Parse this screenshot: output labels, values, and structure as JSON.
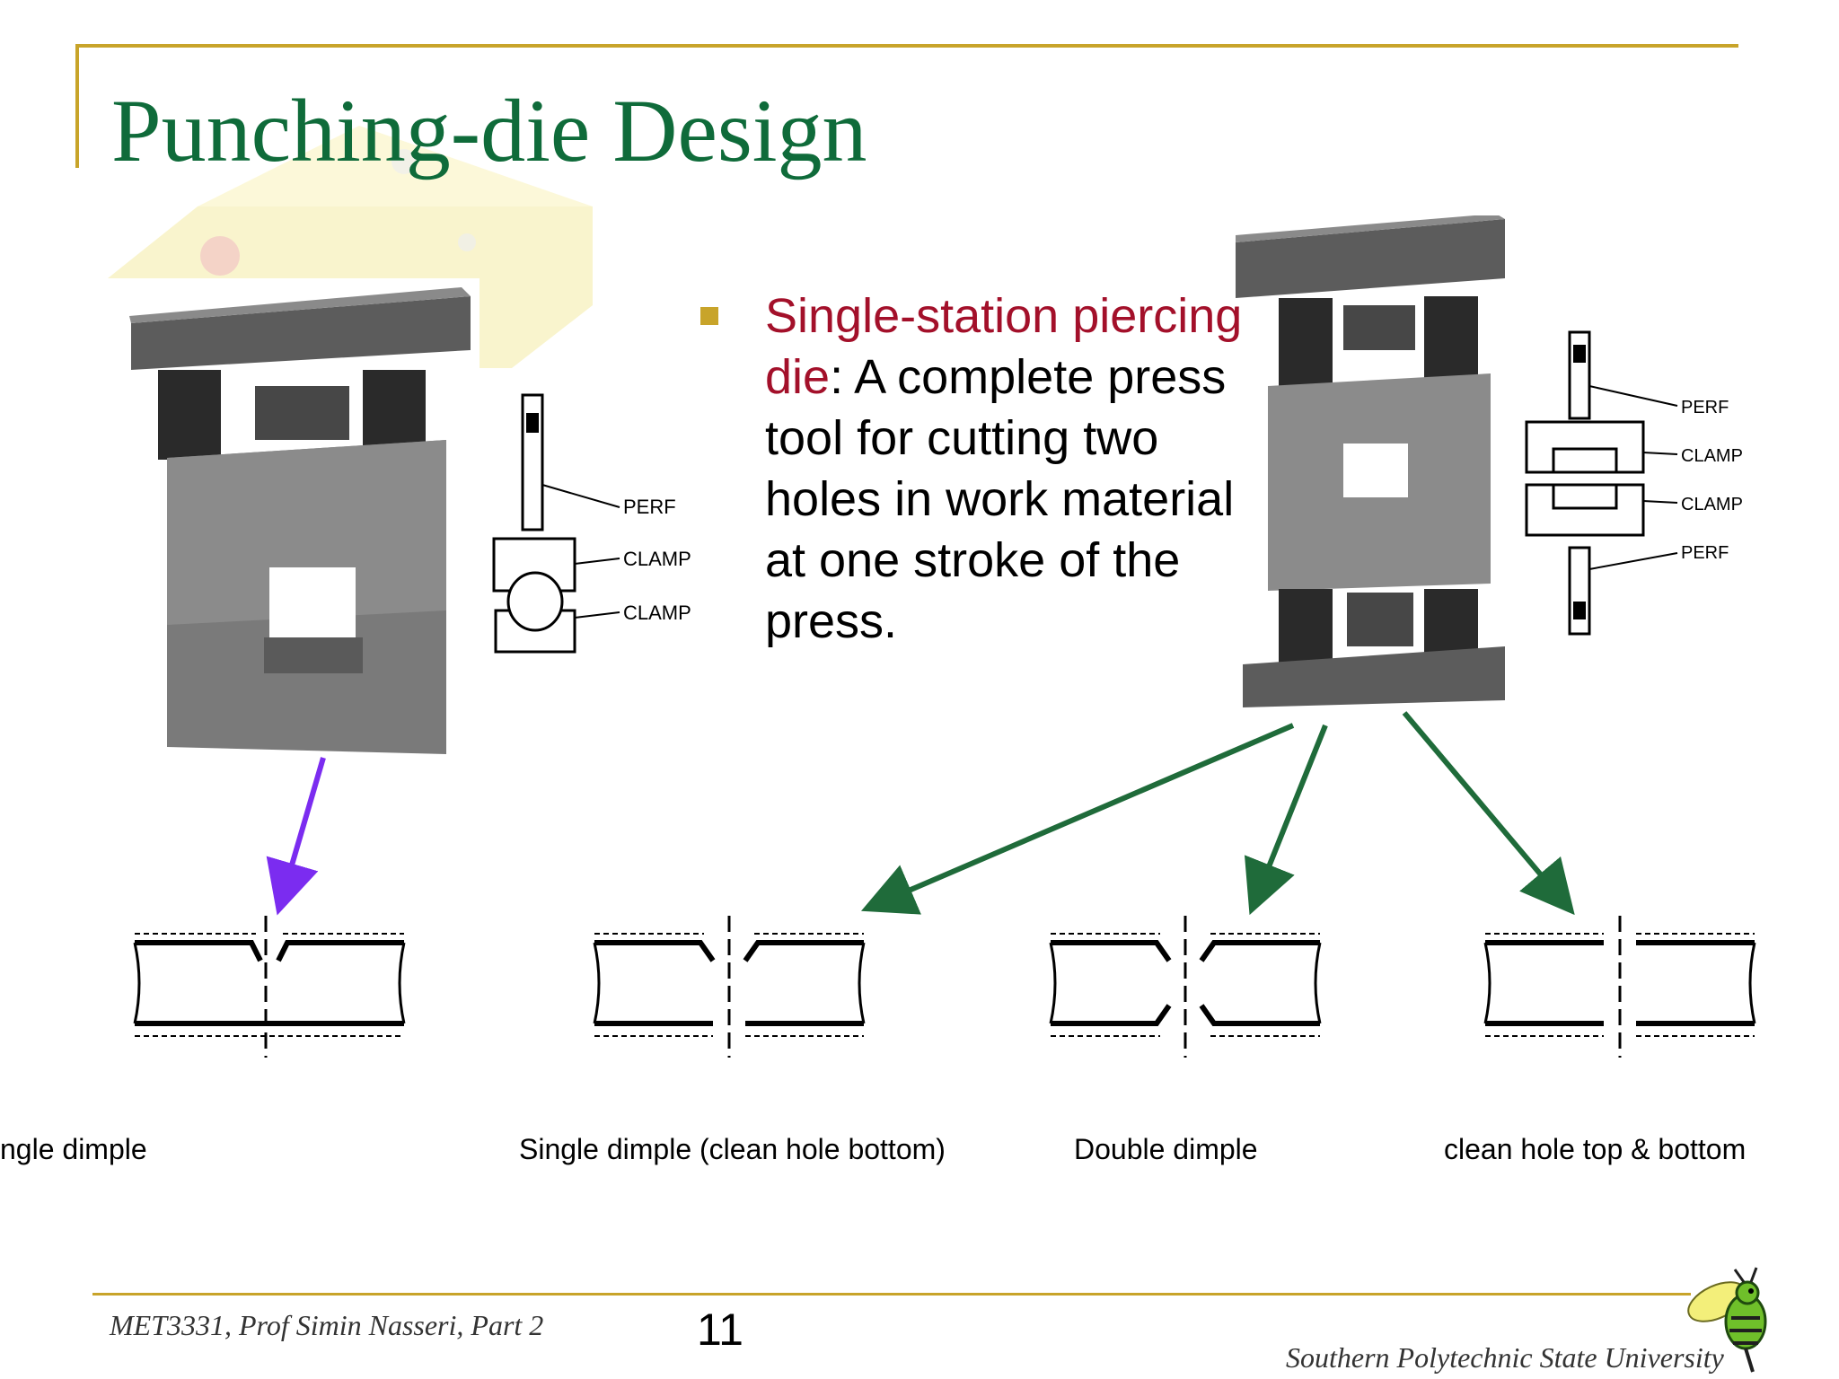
{
  "slide": {
    "title": "Punching-die Design",
    "bullet": {
      "highlight": "Single-station piercing die",
      "rest": ": A complete press tool for cutting two holes in work material at one stroke of the press."
    },
    "left_diagram_labels": [
      "PERF",
      "CLAMP",
      "CLAMP"
    ],
    "right_diagram_labels": [
      "PERF",
      "CLAMP",
      "CLAMP",
      "PERF"
    ],
    "captions": [
      "ngle dimple",
      "Single dimple (clean hole bottom)",
      "Double dimple",
      "clean hole top & bottom"
    ]
  },
  "footer": {
    "course": "MET3331, Prof Simin Nasseri, Part 2",
    "page_number": "11",
    "university": "Southern Polytechnic State University"
  },
  "colors": {
    "title": "#0f6b3a",
    "accent_rule": "#c8a42a",
    "highlight_text": "#a3102a",
    "arrow_left": "#7b2cf0",
    "arrow_right": "#1f6b3a"
  },
  "icons": [
    "bullet-square",
    "hornet-mascot-logo"
  ]
}
